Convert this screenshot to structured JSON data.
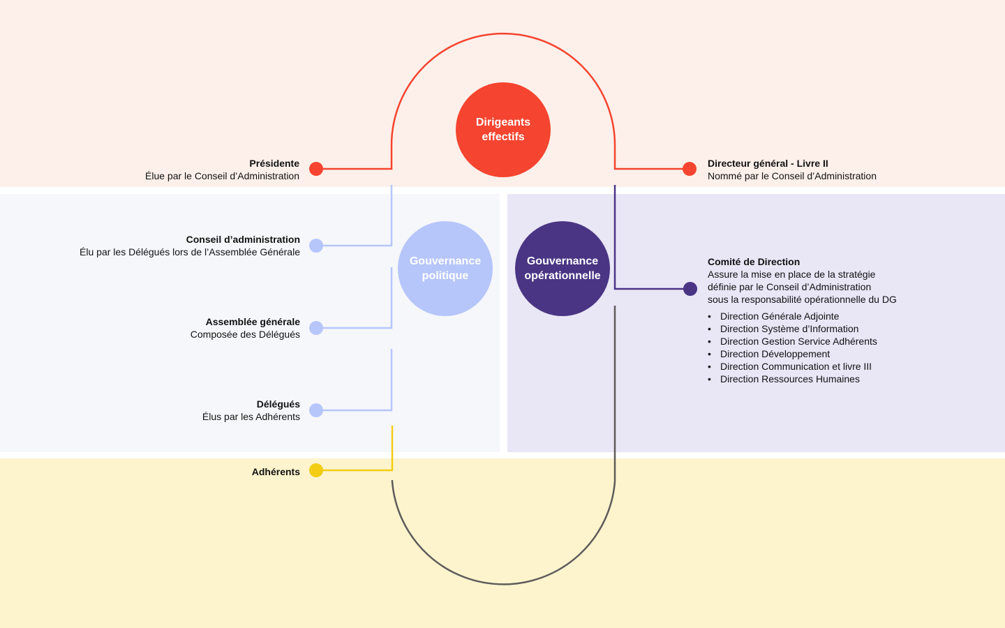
{
  "colors": {
    "red": "#f5442f",
    "light_blue": "#b6c6fb",
    "purple": "#4a3584",
    "yellow": "#f2cd14",
    "gray": "#5f5b5b",
    "band_top": "#fdf0ea",
    "band_left": "#f6f7fb",
    "band_right": "#e9e6f6",
    "band_bottom": "#fdf4cd"
  },
  "circles": {
    "dirigeants": "Dirigeants effectifs",
    "politique": "Gouvernance politique",
    "operationnelle": "Gouvernance opérationnelle"
  },
  "left_items": [
    {
      "title": "Présidente",
      "desc": "Élue par le Conseil d’Administration"
    },
    {
      "title": "Conseil d’administration",
      "desc": "Élu par les Délégués lors de l’Assemblée Générale"
    },
    {
      "title": "Assemblée générale",
      "desc": "Composée des Délégués"
    },
    {
      "title": "Délégués",
      "desc": "Élus par les Adhérents"
    },
    {
      "title": "Adhérents",
      "desc": ""
    }
  ],
  "right_items": {
    "directeur": {
      "title": "Directeur général - Livre II",
      "desc": "Nommé par le Conseil d’Administration"
    },
    "comite": {
      "title": "Comité de Direction",
      "desc_lines": [
        "Assure la mise en place de la stratégie",
        "définie par le Conseil d’Administration",
        "sous la responsabilité opérationnelle du DG"
      ],
      "bullets": [
        "Direction Générale Adjointe",
        "Direction Système d’Information",
        "Direction Gestion Service Adhérents",
        "Direction Développement",
        "Direction Communication et livre III",
        "Direction Ressources Humaines"
      ]
    }
  }
}
